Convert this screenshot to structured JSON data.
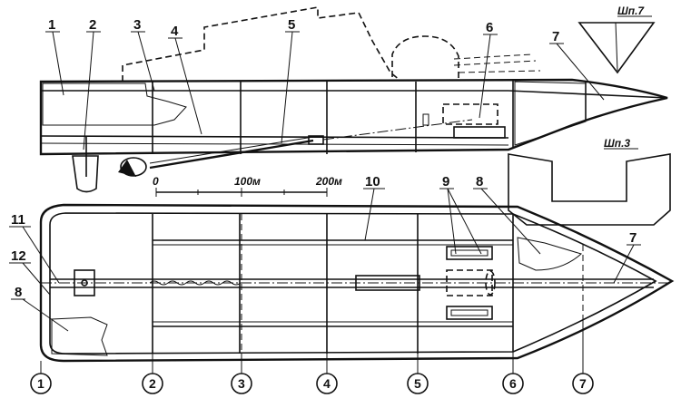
{
  "callouts": [
    "1",
    "2",
    "3",
    "4",
    "5",
    "6",
    "7",
    "8",
    "9",
    "10",
    "11",
    "12"
  ],
  "stations": [
    "1",
    "2",
    "3",
    "4",
    "5",
    "6",
    "7"
  ],
  "sections": {
    "sp7": "Шп.7",
    "sp3": "Шп.3"
  },
  "scale": {
    "zero": "0",
    "mid": "100м",
    "end": "200м"
  },
  "colors": {
    "ink": "#111111",
    "wood": "#c9c2b4",
    "paper": "#ffffff"
  }
}
